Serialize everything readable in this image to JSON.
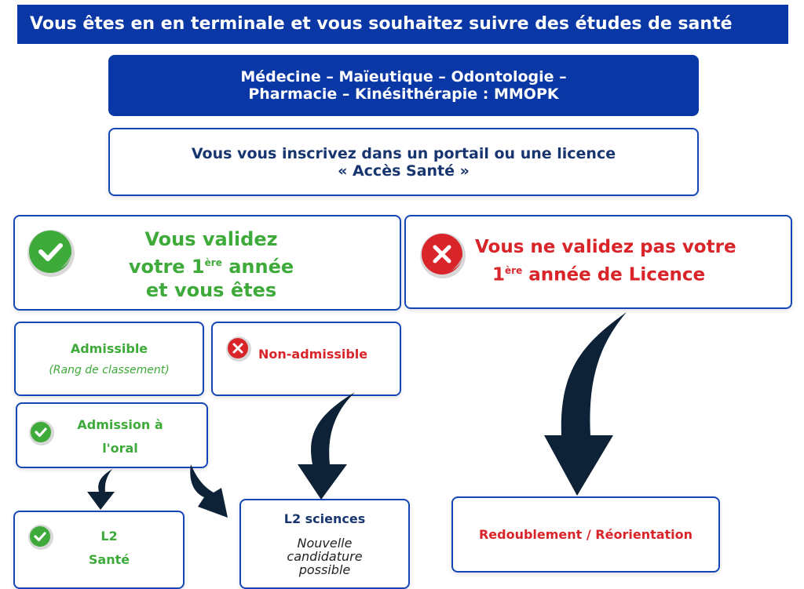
{
  "header": {
    "title": "Vous êtes en en terminale et vous souhaitez suivre des études de santé"
  },
  "mmopk": {
    "line1": "Médecine – Maïeutique – Odontologie –",
    "line2": "Pharmacie – Kinésithérapie : MMOPK"
  },
  "inscription": {
    "line1": "Vous vous inscrivez dans un portail ou une licence",
    "line2": "« Accès Santé »"
  },
  "validez": {
    "line1": "Vous validez",
    "line2_pre": "votre 1",
    "line2_sup": "ère",
    "line2_post": " année",
    "line3": "et vous êtes"
  },
  "non_validez": {
    "line1": "Vous ne validez pas votre",
    "line2_pre": "1",
    "line2_sup": "ère",
    "line2_post": " année de Licence"
  },
  "admissible": {
    "title": "Admissible",
    "subtitle": "(Rang de classement)"
  },
  "non_admissible": {
    "title": "Non-admissible"
  },
  "admission_oral": {
    "line1": "Admission à",
    "line2": "l'oral"
  },
  "l2_sante": {
    "line1": "L2",
    "line2": "Santé"
  },
  "l2_sciences": {
    "title": "L2 sciences",
    "line1": "Nouvelle",
    "line2": "candidature",
    "line3": "possible"
  },
  "redoublement": {
    "label": "Redoublement / Réorientation"
  },
  "colors": {
    "blue": "#0a37a6",
    "navy": "#17356e",
    "green": "#3daa3a",
    "red": "#d9252a",
    "arrow": "#0d2236"
  },
  "icons": [
    "check-icon",
    "cross-icon",
    "arrow-down-icon"
  ]
}
